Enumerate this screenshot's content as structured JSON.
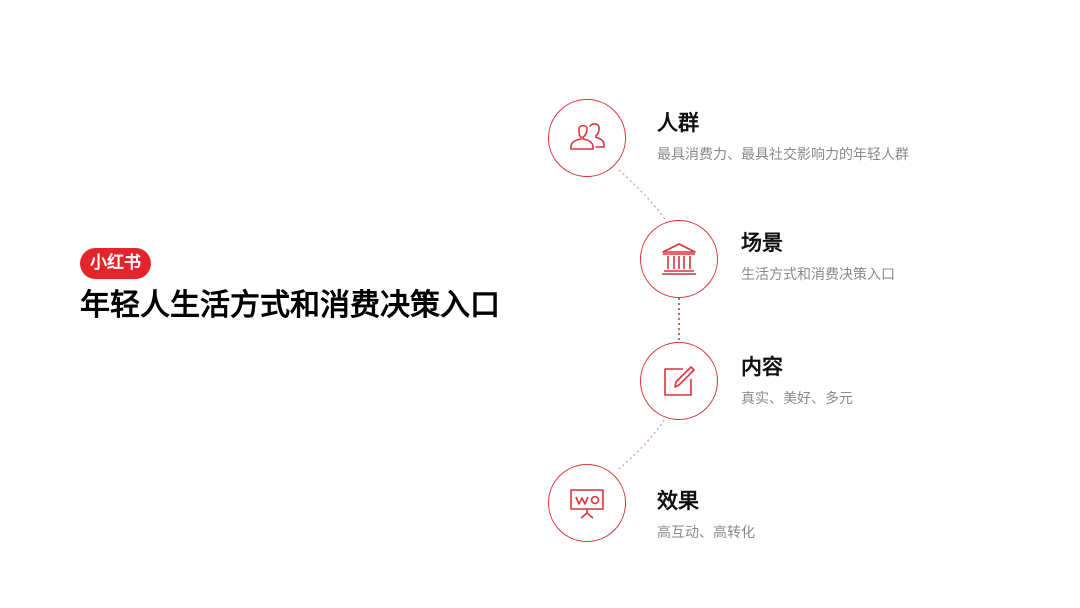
{
  "brand": {
    "logo_text": "小红书",
    "accent_color": "#e4242b"
  },
  "title": "年轻人生活方式和消费决策入口",
  "nodes": [
    {
      "title": "人群",
      "desc": "最具消费力、最具社交影响力的年轻人群",
      "icon": "people-icon"
    },
    {
      "title": "场景",
      "desc": "生活方式和消费决策入口",
      "icon": "building-icon"
    },
    {
      "title": "内容",
      "desc": "真实、美好、多元",
      "icon": "edit-icon"
    },
    {
      "title": "效果",
      "desc": "高互动、高转化",
      "icon": "presentation-icon"
    }
  ]
}
